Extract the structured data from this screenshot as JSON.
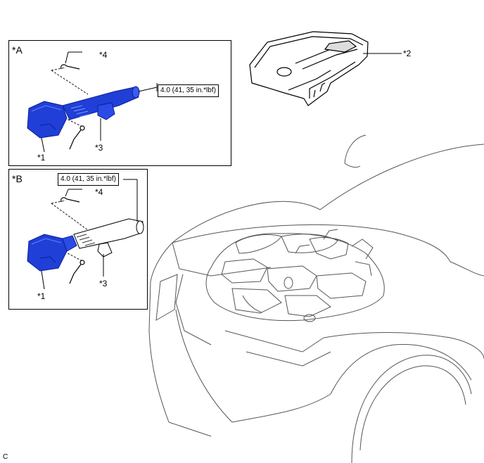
{
  "colors": {
    "part_blue": "#1f3fd6",
    "part_blue_dark": "#0b1f9a",
    "line": "#000000",
    "outline_gray": "#5a5a5a"
  },
  "panel_a": {
    "label": "*A",
    "torque": "4.0 (41, 35 in.*lbf)",
    "callouts": {
      "c1": "*1",
      "c3": "*3",
      "c4": "*4"
    }
  },
  "panel_b": {
    "label": "*B",
    "torque": "4.0 (41, 35 in.*lbf)",
    "callouts": {
      "c1": "*1",
      "c3": "*3",
      "c4": "*4"
    }
  },
  "engine_cover": {
    "callout": "*2"
  },
  "corner_code": "C"
}
